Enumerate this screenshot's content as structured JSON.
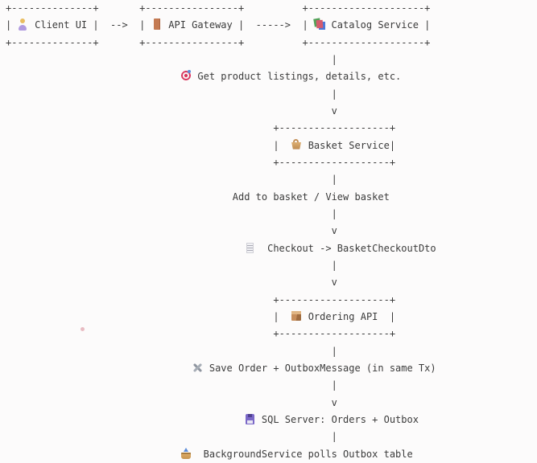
{
  "page": {
    "background_color": "#fcfbfb",
    "text_color": "#3b3b3b"
  },
  "icons": {
    "person-icon": {
      "emoji": "👩",
      "label": "person",
      "colors": [
        "#e9bd60",
        "#b09ae0"
      ]
    },
    "door-icon": {
      "emoji": "🚪",
      "label": "door",
      "colors": [
        "#c47a52"
      ]
    },
    "books-icon": {
      "emoji": "📚",
      "label": "books",
      "colors": [
        "#53a158",
        "#d45b6e",
        "#4d79d8"
      ]
    },
    "target-icon": {
      "emoji": "🎯",
      "label": "direct-hit",
      "colors": [
        "#d9365e",
        "#5b8dd9"
      ]
    },
    "basket-icon": {
      "emoji": "🧺",
      "label": "basket",
      "colors": [
        "#c49058"
      ]
    },
    "receipt-icon": {
      "emoji": "🧾",
      "label": "receipt",
      "colors": [
        "#a9a9b4"
      ]
    },
    "package-icon": {
      "emoji": "📦",
      "label": "package",
      "colors": [
        "#c78e5c"
      ]
    },
    "tools-icon": {
      "emoji": "🛠️",
      "label": "hammer-and-wrench",
      "colors": [
        "#8e949e"
      ]
    },
    "floppy-icon": {
      "emoji": "💾",
      "label": "floppy-disk",
      "colors": [
        "#7b68c8"
      ]
    },
    "outbox-icon": {
      "emoji": "📤",
      "label": "outbox-tray",
      "colors": [
        "#dca45e",
        "#5b8dd9"
      ]
    }
  },
  "semantics": {
    "services": [
      {
        "label": "Client UI",
        "icon": "person-icon"
      },
      {
        "label": "API Gateway",
        "icon": "door-icon"
      },
      {
        "label": "Catalog Service",
        "icon": "books-icon"
      },
      {
        "label": "Basket Service",
        "icon": "basket-icon"
      },
      {
        "label": "Ordering API",
        "icon": "package-icon"
      }
    ],
    "arrows": [
      "-->",
      "----->"
    ],
    "flow_annotations": [
      {
        "icon": "target-icon",
        "text": "Get product listings, details, etc."
      },
      {
        "icon": null,
        "text": "Add to basket / View basket"
      },
      {
        "icon": "receipt-icon",
        "text": "Checkout -> BasketCheckoutDto"
      },
      {
        "icon": "tools-icon",
        "text": "Save Order + OutboxMessage (in same Tx)"
      },
      {
        "icon": "floppy-icon",
        "text": "SQL Server: Orders + Outbox"
      },
      {
        "icon": "outbox-icon",
        "text": "BackgroundService polls Outbox table"
      }
    ]
  },
  "diagram": {
    "lines": [
      {
        "name": "top-row-border-top",
        "segs": [
          {
            "t": "+--------------+"
          },
          {
            "sp": 7
          },
          {
            "t": "+----------------+"
          },
          {
            "sp": 10
          },
          {
            "t": "+--------------------+"
          }
        ]
      },
      {
        "name": "top-row-services",
        "segs": [
          {
            "t": "| "
          },
          {
            "i": "person-icon"
          },
          {
            "t": " Client UI |  -->  | "
          },
          {
            "i": "door-icon"
          },
          {
            "t": " API Gateway |  ----->  | "
          },
          {
            "i": "books-icon"
          },
          {
            "t": " Catalog Service |"
          }
        ]
      },
      {
        "name": "top-row-border-bottom",
        "segs": [
          {
            "t": "+--------------+"
          },
          {
            "sp": 7
          },
          {
            "t": "+----------------+"
          },
          {
            "sp": 10
          },
          {
            "t": "+--------------------+"
          }
        ]
      },
      {
        "name": "flow-pipe",
        "segs": [
          {
            "sp": 56
          },
          {
            "t": "|"
          }
        ]
      },
      {
        "name": "annotation-get-products",
        "segs": [
          {
            "sp": 30
          },
          {
            "i": "target-icon"
          },
          {
            "t": " Get product listings, details, etc."
          }
        ]
      },
      {
        "name": "flow-pipe",
        "segs": [
          {
            "sp": 56
          },
          {
            "t": "|"
          }
        ]
      },
      {
        "name": "flow-arrowhead",
        "segs": [
          {
            "sp": 56
          },
          {
            "t": "v"
          }
        ]
      },
      {
        "name": "basket-box-border-top",
        "segs": [
          {
            "sp": 46
          },
          {
            "t": "+-------------------+"
          }
        ]
      },
      {
        "name": "basket-box-label",
        "segs": [
          {
            "sp": 46
          },
          {
            "t": "|  "
          },
          {
            "i": "basket-icon"
          },
          {
            "t": " Basket Service|"
          }
        ]
      },
      {
        "name": "basket-box-border-bottom",
        "segs": [
          {
            "sp": 46
          },
          {
            "t": "+-------------------+"
          }
        ]
      },
      {
        "name": "flow-pipe",
        "segs": [
          {
            "sp": 56
          },
          {
            "t": "|"
          }
        ]
      },
      {
        "name": "annotation-add-to-basket",
        "segs": [
          {
            "sp": 39
          },
          {
            "t": "Add to basket / View basket"
          }
        ]
      },
      {
        "name": "flow-pipe",
        "segs": [
          {
            "sp": 56
          },
          {
            "t": "|"
          }
        ]
      },
      {
        "name": "flow-arrowhead",
        "segs": [
          {
            "sp": 56
          },
          {
            "t": "v"
          }
        ]
      },
      {
        "name": "annotation-checkout",
        "segs": [
          {
            "sp": 41
          },
          {
            "i": "receipt-icon"
          },
          {
            "t": "  Checkout -> BasketCheckoutDto"
          }
        ]
      },
      {
        "name": "flow-pipe",
        "segs": [
          {
            "sp": 56
          },
          {
            "t": "|"
          }
        ]
      },
      {
        "name": "flow-arrowhead",
        "segs": [
          {
            "sp": 56
          },
          {
            "t": "v"
          }
        ]
      },
      {
        "name": "ordering-box-border-top",
        "segs": [
          {
            "sp": 46
          },
          {
            "t": "+-------------------+"
          }
        ]
      },
      {
        "name": "ordering-box-label",
        "segs": [
          {
            "sp": 46
          },
          {
            "t": "|  "
          },
          {
            "i": "package-icon"
          },
          {
            "t": " Ordering API  |"
          }
        ]
      },
      {
        "name": "ordering-box-border-bottom",
        "segs": [
          {
            "sp": 46
          },
          {
            "t": "+-------------------+"
          }
        ]
      },
      {
        "name": "flow-pipe",
        "segs": [
          {
            "sp": 56
          },
          {
            "t": "|"
          }
        ]
      },
      {
        "name": "annotation-save-order",
        "segs": [
          {
            "sp": 32
          },
          {
            "i": "tools-icon"
          },
          {
            "t": " Save Order + OutboxMessage (in same Tx)"
          }
        ]
      },
      {
        "name": "flow-pipe",
        "segs": [
          {
            "sp": 56
          },
          {
            "t": "|"
          }
        ]
      },
      {
        "name": "flow-arrowhead",
        "segs": [
          {
            "sp": 56
          },
          {
            "t": "v"
          }
        ]
      },
      {
        "name": "annotation-sql-server",
        "segs": [
          {
            "sp": 41
          },
          {
            "i": "floppy-icon"
          },
          {
            "t": " SQL Server: Orders + Outbox"
          }
        ]
      },
      {
        "name": "flow-pipe",
        "segs": [
          {
            "sp": 56
          },
          {
            "t": "|"
          }
        ]
      },
      {
        "name": "annotation-background-service",
        "segs": [
          {
            "sp": 30
          },
          {
            "i": "outbox-icon"
          },
          {
            "t": "  BackgroundService polls Outbox table"
          }
        ]
      }
    ]
  },
  "artifacts": {
    "stray_dot_color": "#dfa0aa"
  }
}
